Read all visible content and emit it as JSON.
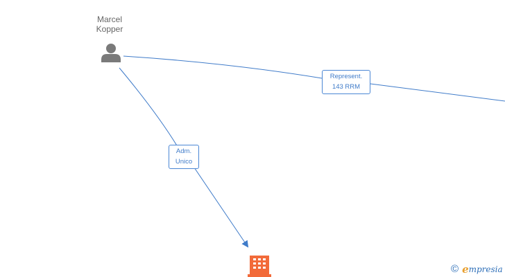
{
  "person": {
    "name_line1": "Marcel",
    "name_line2": "Kopper",
    "icon": "person-icon",
    "color": "#7a7a7a"
  },
  "company": {
    "icon": "building-icon",
    "color": "#f26b3a"
  },
  "edges": [
    {
      "id": "admin",
      "label_line1": "Adm.",
      "label_line2": "Unico"
    },
    {
      "id": "represent",
      "label_line1": "Represent.",
      "label_line2": "143 RRM"
    }
  ],
  "edge_color": "#3f7bc9",
  "watermark": {
    "copyright_symbol": "©",
    "brand_first": "e",
    "brand_rest": "mpresia"
  }
}
